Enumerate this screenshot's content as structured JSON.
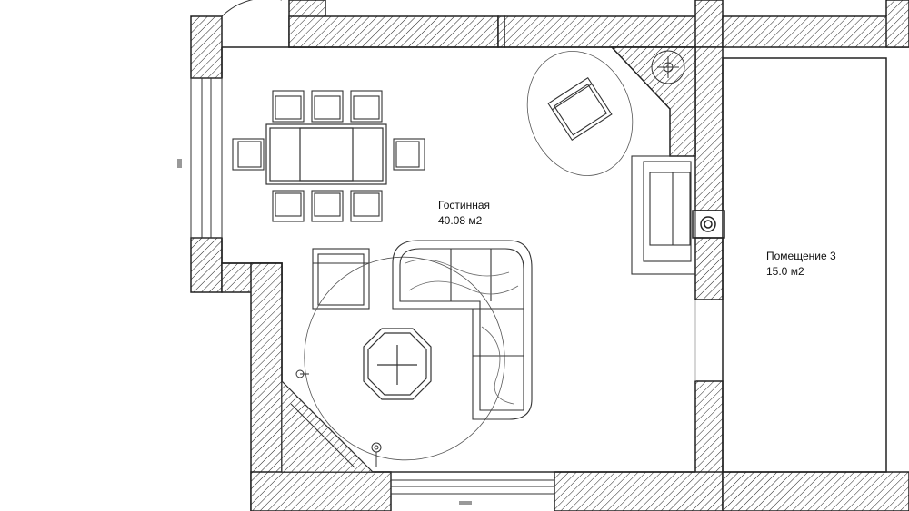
{
  "rooms": [
    {
      "name": "Гостинная",
      "area": "40.08 м2"
    },
    {
      "name": "Помещение 3",
      "area": "15.0 м2"
    }
  ],
  "colors": {
    "wall_hatch": "#222222",
    "line": "#333333",
    "background": "#ffffff"
  }
}
